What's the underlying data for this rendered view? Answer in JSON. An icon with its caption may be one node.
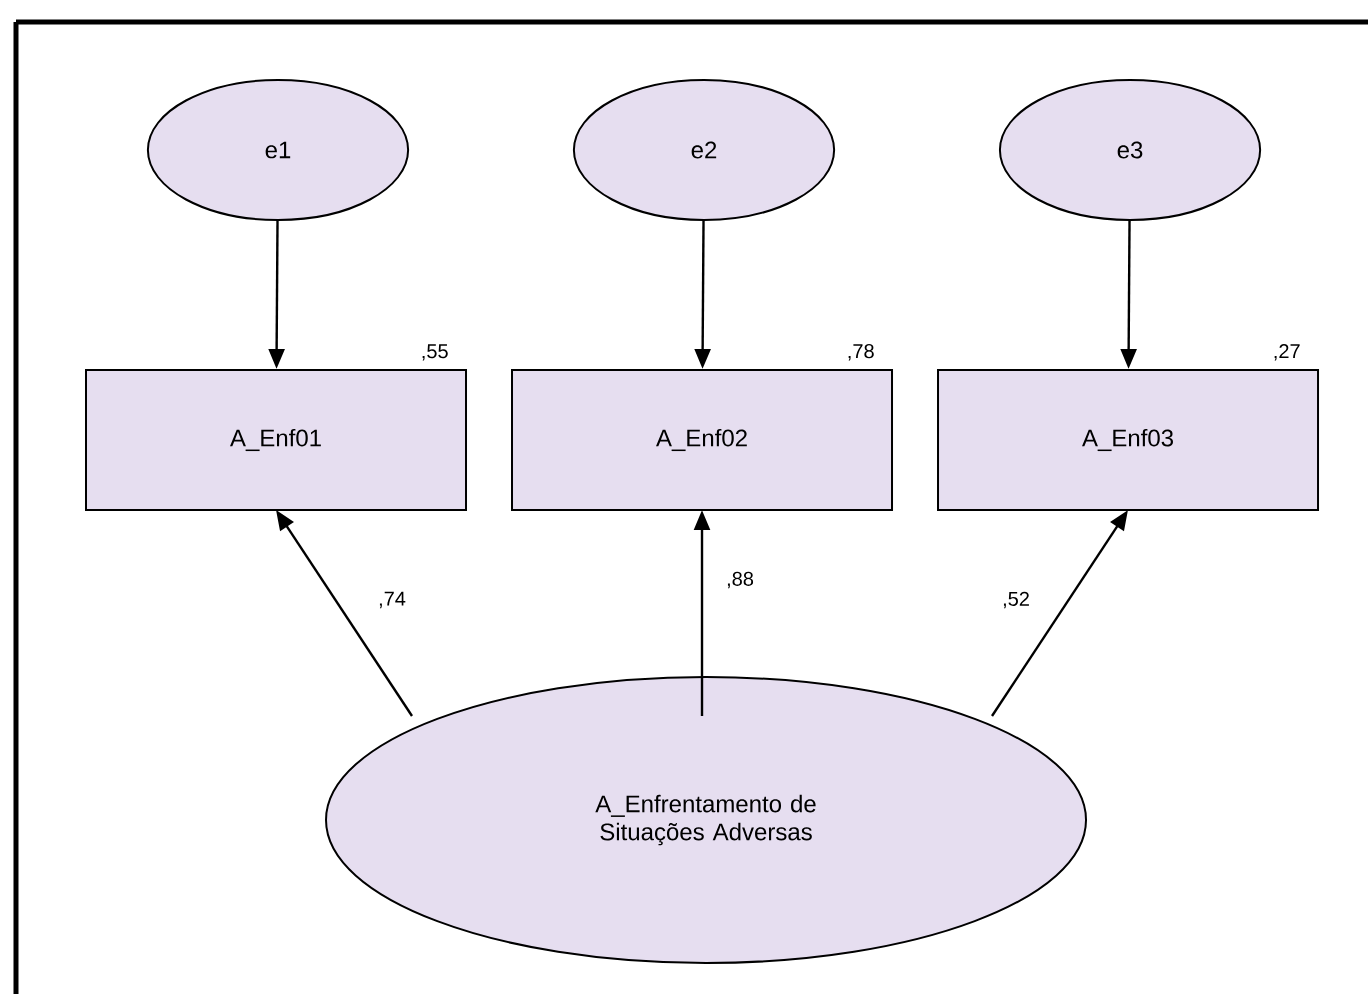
{
  "diagram": {
    "nodes": [
      {
        "text": [
          "e1"
        ]
      },
      {
        "text": [
          "e2"
        ]
      },
      {
        "text": [
          "e3"
        ]
      },
      {
        "text": [
          "A_Enf01"
        ],
        "beside": [
          ",55"
        ]
      },
      {
        "text": [
          "A_Enf02"
        ],
        "beside": [
          ",78"
        ]
      },
      {
        "text": [
          "A_Enf03"
        ],
        "beside": [
          ",27"
        ]
      },
      {
        "text": [
          "A_Enfrentamento de Situações Adversas"
        ]
      }
    ],
    "edges": [
      {
        "from": 0,
        "to": 3,
        "arrow": "to"
      },
      {
        "from": 1,
        "to": 4,
        "arrow": "to"
      },
      {
        "from": 2,
        "to": 5,
        "arrow": "to"
      },
      {
        "from": 6,
        "to": 3,
        "arrow": "to",
        "label": ",74"
      },
      {
        "from": 6,
        "to": 4,
        "arrow": "to",
        "label": ",88"
      },
      {
        "from": 6,
        "to": 5,
        "arrow": "to",
        "label": ",52"
      }
    ]
  }
}
